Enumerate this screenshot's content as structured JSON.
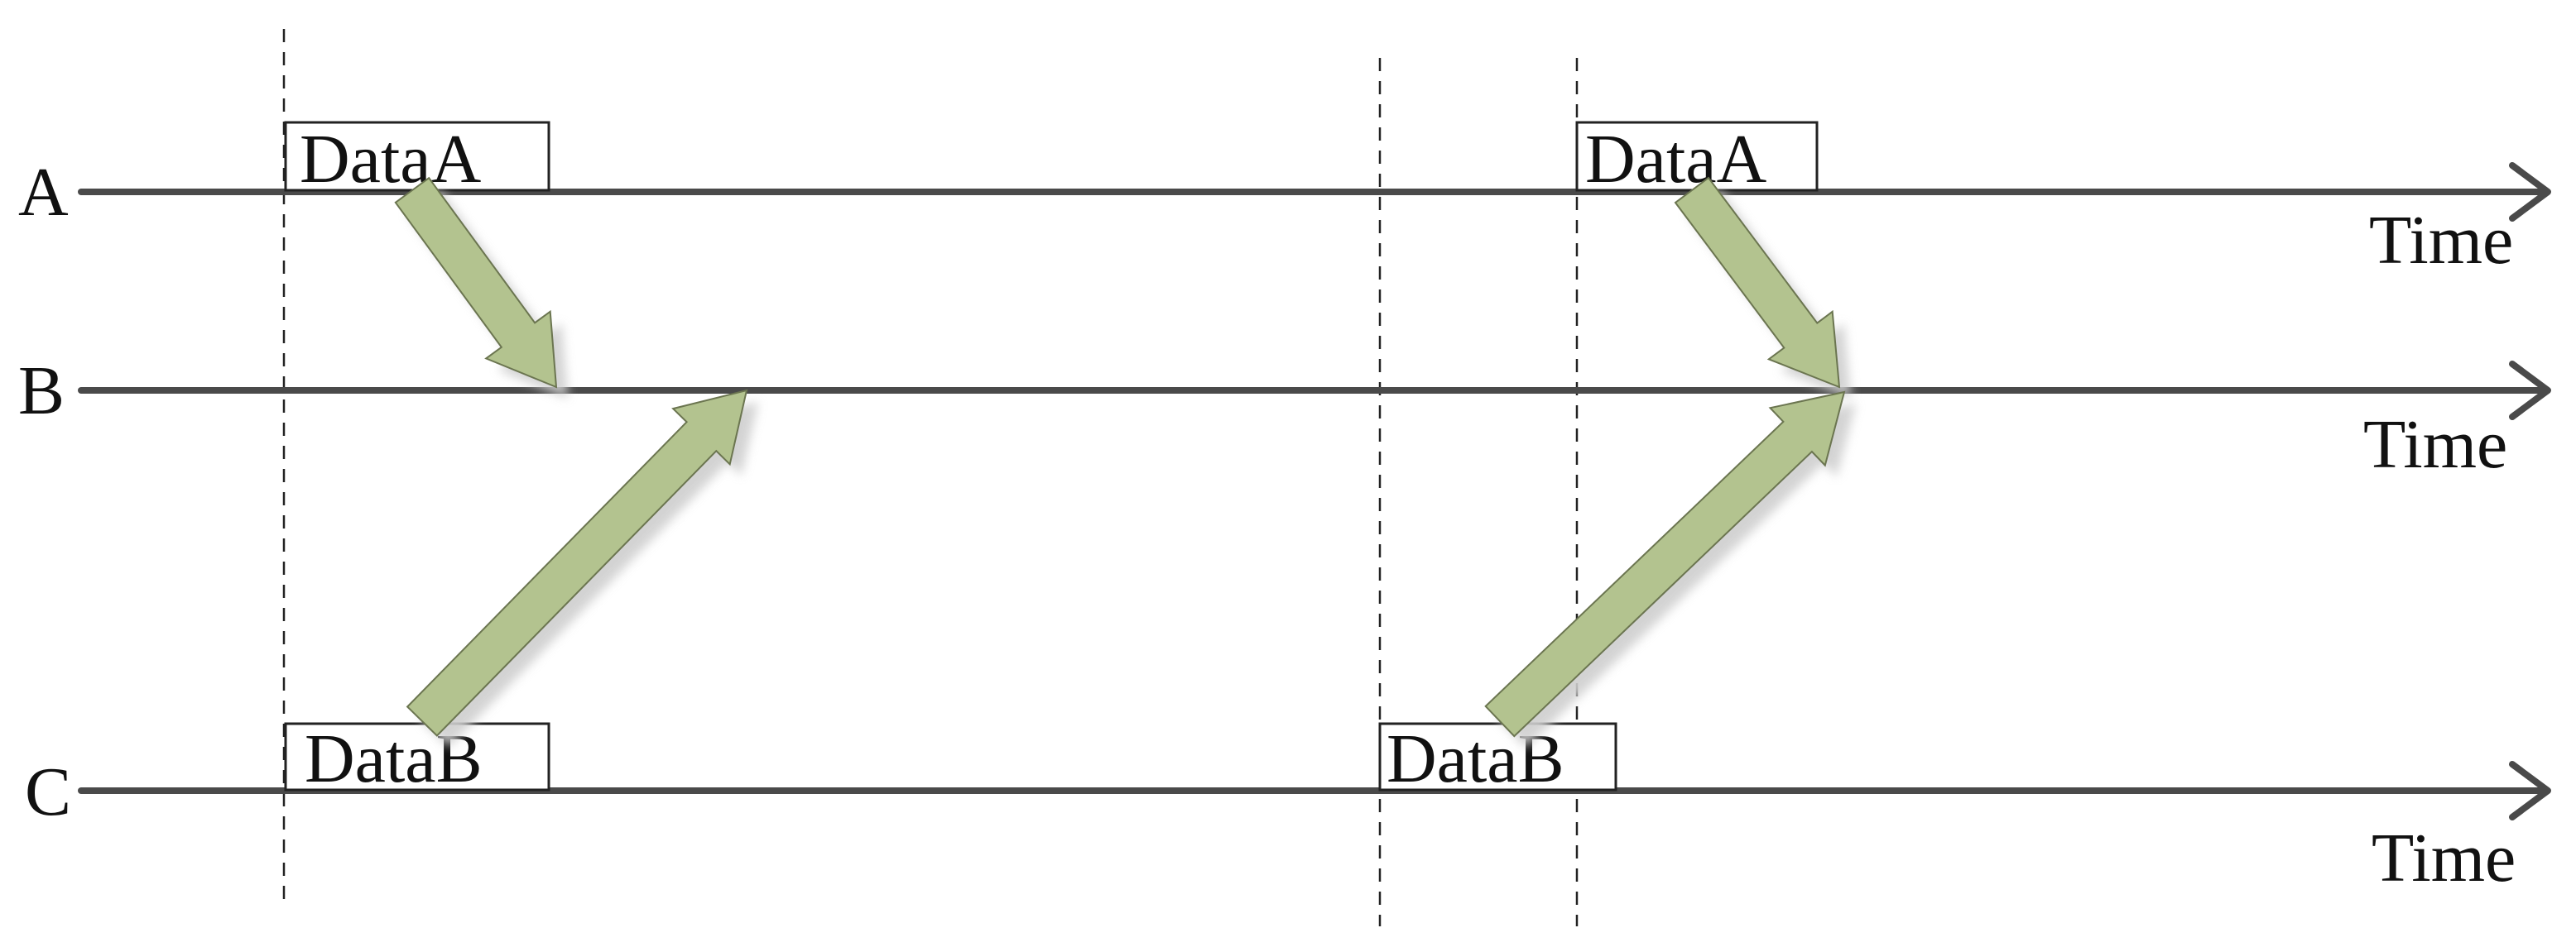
{
  "lanes": [
    {
      "label": "A",
      "time_label": "Time"
    },
    {
      "label": "B",
      "time_label": "Time"
    },
    {
      "label": "C",
      "time_label": "Time"
    }
  ],
  "boxes": [
    {
      "text": "DataA",
      "lane": "A"
    },
    {
      "text": "DataA",
      "lane": "A"
    },
    {
      "text": "DataB",
      "lane": "C"
    },
    {
      "text": "DataB",
      "lane": "C"
    }
  ],
  "flows": [
    {
      "from": "A",
      "to": "B"
    },
    {
      "from": "C",
      "to": "B"
    },
    {
      "from": "A",
      "to": "B"
    },
    {
      "from": "C",
      "to": "B"
    }
  ],
  "colors": {
    "timeline": "#4a4a4a",
    "arrow_fill": "#b3c38f",
    "arrow_stroke": "#6b7550",
    "shadow": "#cfcfcf"
  }
}
